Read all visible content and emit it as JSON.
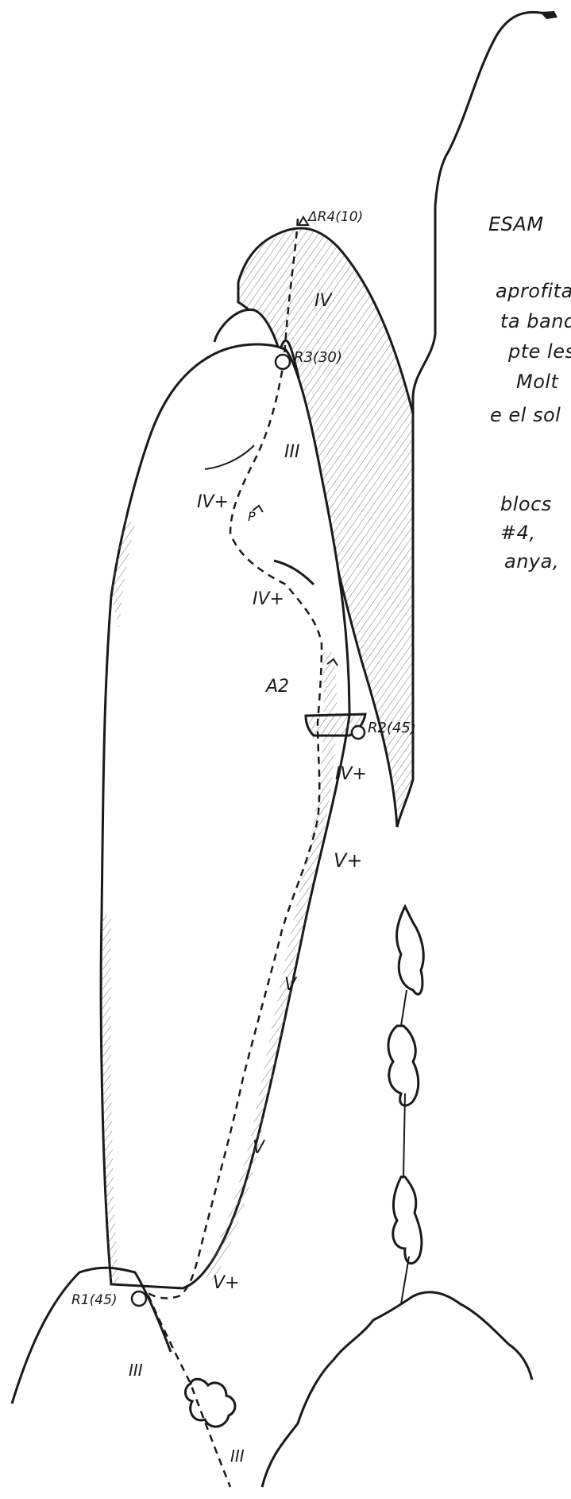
{
  "text_fragments": {
    "heading": "ESAM",
    "lines": [
      "aprofita",
      "ta banda",
      "pte les",
      "Molt",
      "e el sol",
      "blocs",
      "#4,",
      "anya,"
    ]
  },
  "belays": {
    "r4": "ΔR4(10)",
    "r3": "R3(30)",
    "r2": "R2(45)",
    "r1": "R1(45)"
  },
  "grades": {
    "p4": "IV",
    "p3a": "III",
    "p3b": "IV+",
    "p3c": "IV+",
    "p2_aid": "A2",
    "p2a": "IV+",
    "p2b": "V+",
    "p1a": "V",
    "p1b": "V",
    "p1c": "V+",
    "approach_a": "III",
    "approach_b": "III"
  },
  "piton_mark": "P",
  "colors": {
    "ink": "#1a1a1a",
    "paper": "#ffffff",
    "hatch": "#777777"
  }
}
